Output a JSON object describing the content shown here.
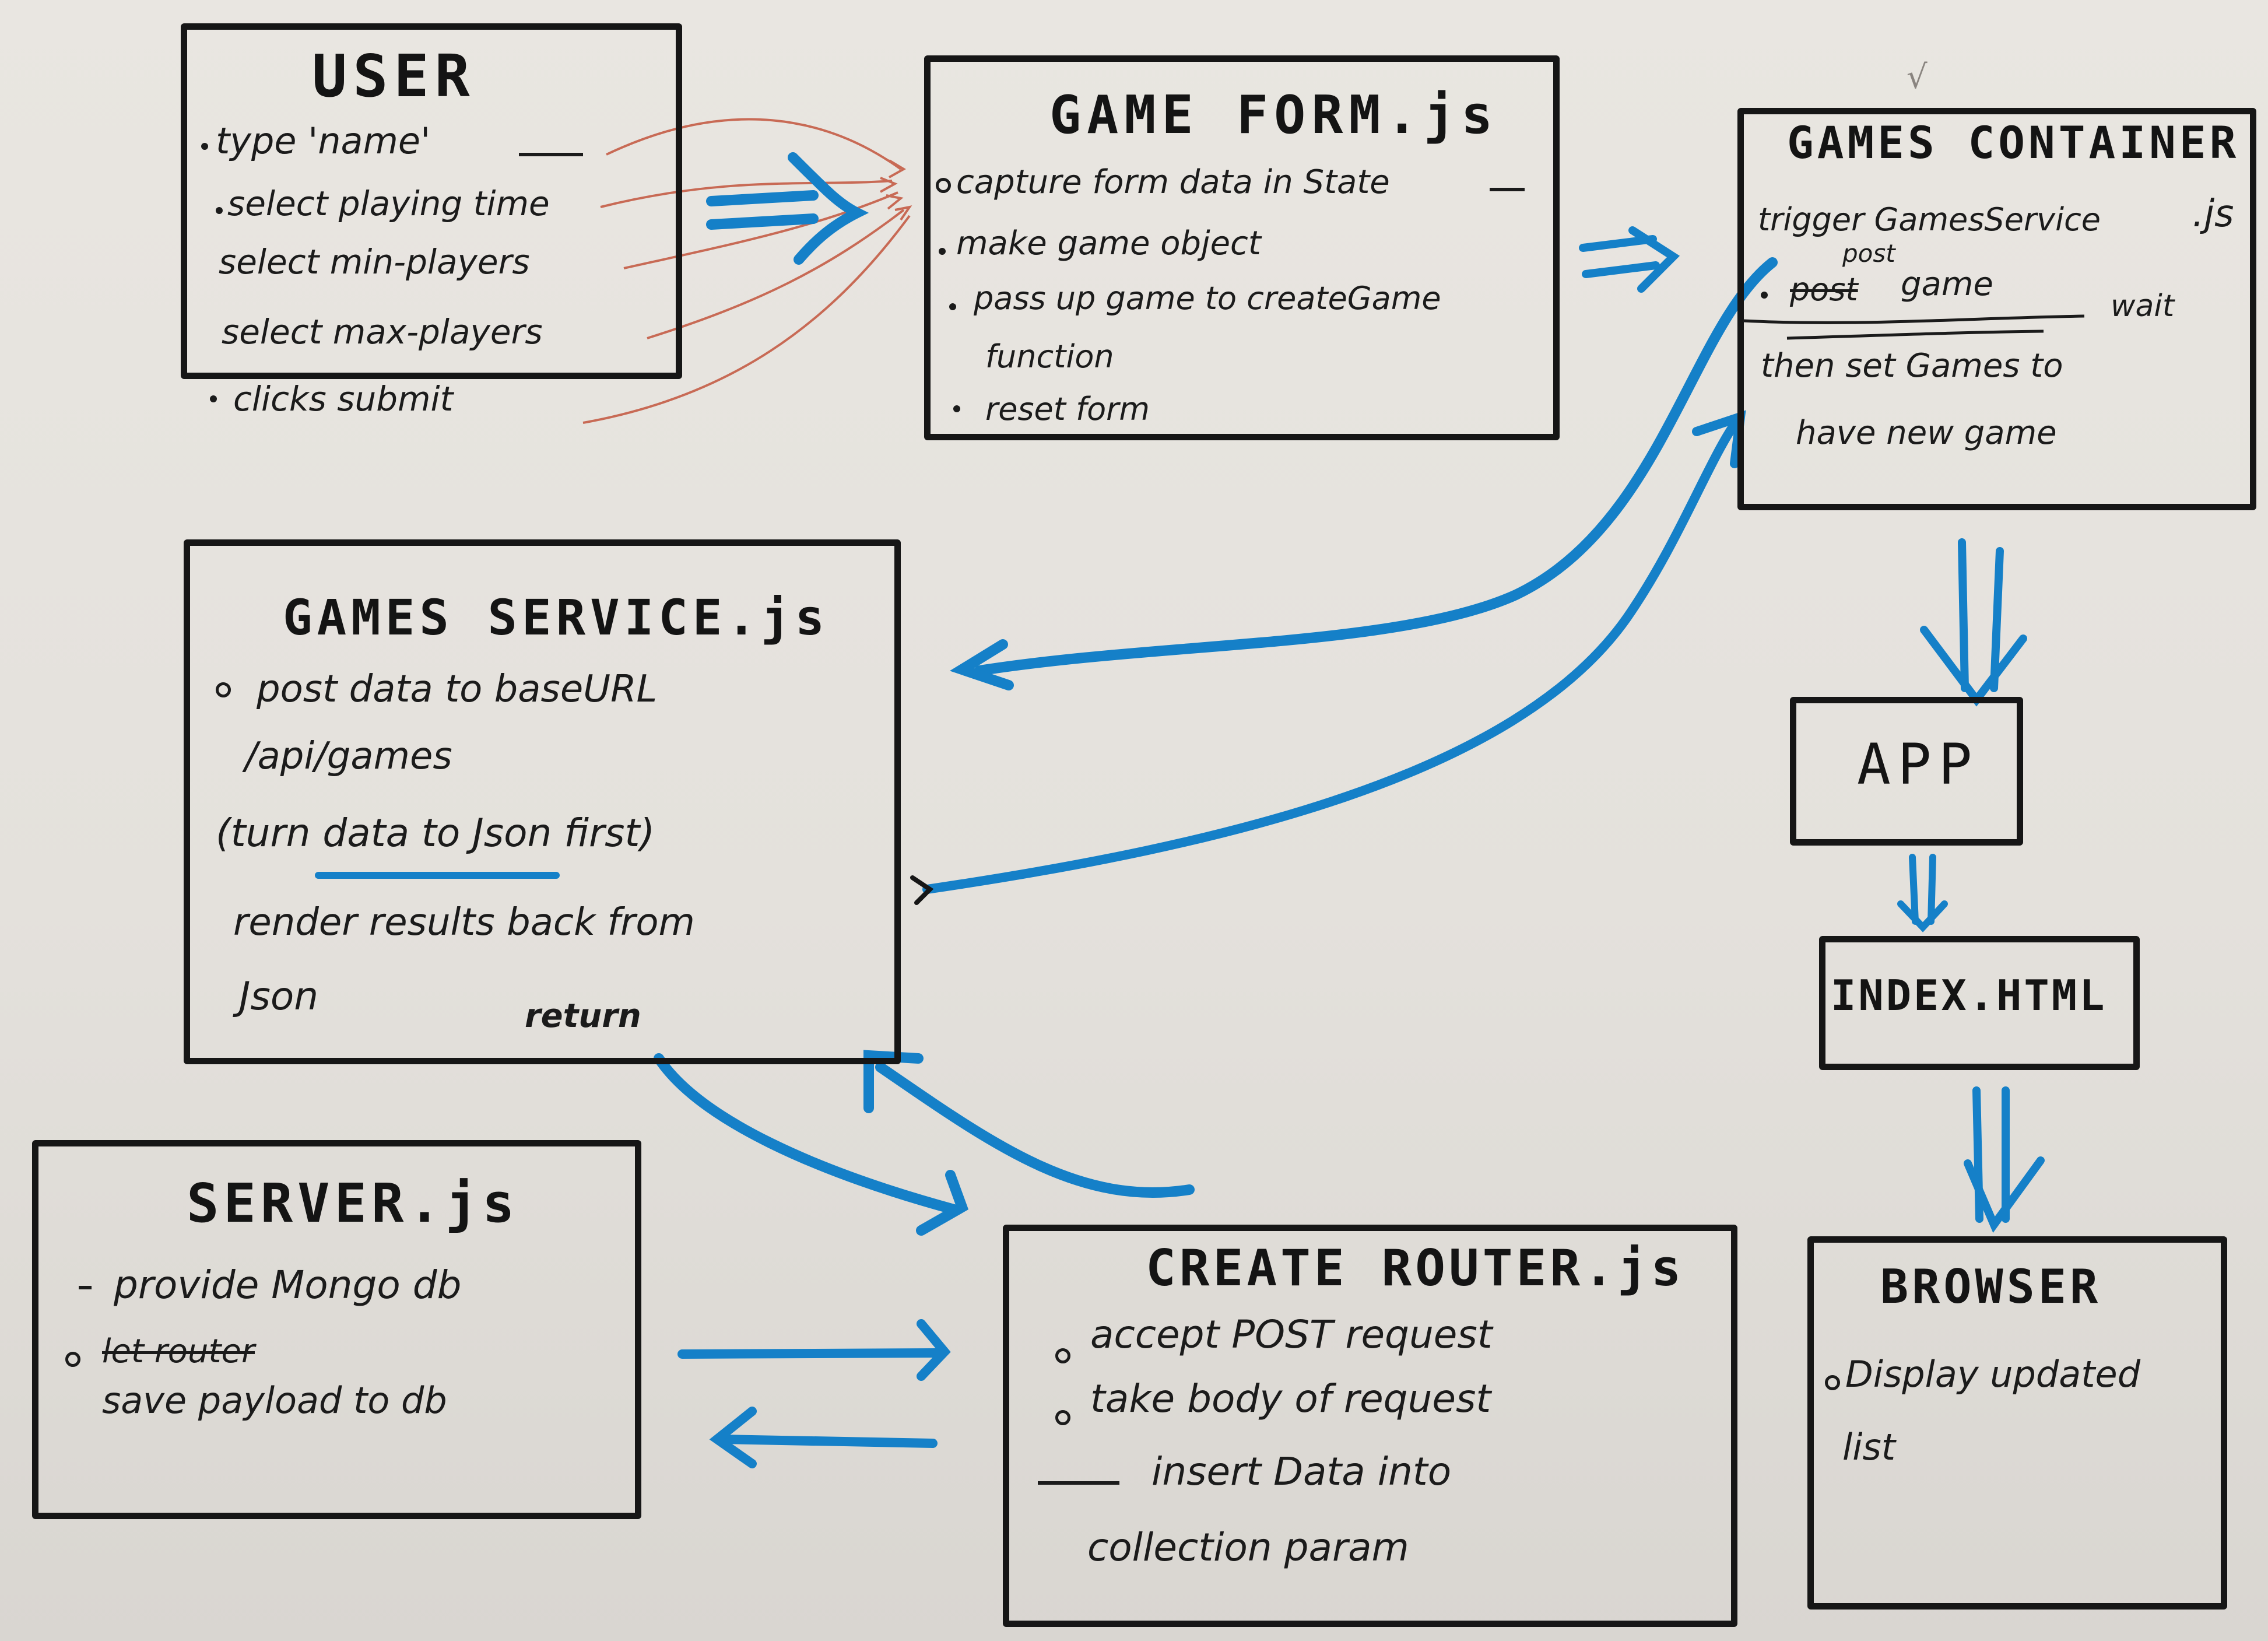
{
  "user": {
    "title": "USER",
    "items": [
      "type 'name'",
      "select playing time",
      "select min-players",
      "select max-players",
      "clicks submit"
    ]
  },
  "game_form": {
    "title": "GAME FORM.js",
    "items": [
      "capture form data in State",
      "make game object",
      "pass up game to createGame",
      "function",
      "reset form"
    ]
  },
  "games_container": {
    "title": "GAMES CONTAINER",
    "suffix": ".js",
    "tick": "√",
    "lines": [
      "trigger GamesService",
      "post",
      "post",
      "game",
      "wait",
      "then set Games to",
      "have new game"
    ]
  },
  "games_service": {
    "title": "GAMES SERVICE.js",
    "lines": [
      "post data to baseURL",
      "/api/games",
      "(turn data to Json first)",
      "render results back from",
      "Json"
    ],
    "return_label": "return"
  },
  "app": {
    "title": "APP"
  },
  "index": {
    "title": "INDEX.HTML"
  },
  "server": {
    "title": "SERVER.js",
    "lines": [
      "provide Mongo db",
      "let router",
      "save payload to db"
    ]
  },
  "create_router": {
    "title": "CREATE ROUTER.js",
    "lines": [
      "accept POST request",
      "take body of request",
      "insert Data into",
      "collection param"
    ]
  },
  "browser": {
    "title": "BROWSER",
    "lines": [
      "Display updated",
      "list"
    ]
  },
  "colors": {
    "ink": "#161616",
    "blue_marker": "#1580c8",
    "red_pen": "#c86a55",
    "paper": "#e6e3de"
  }
}
